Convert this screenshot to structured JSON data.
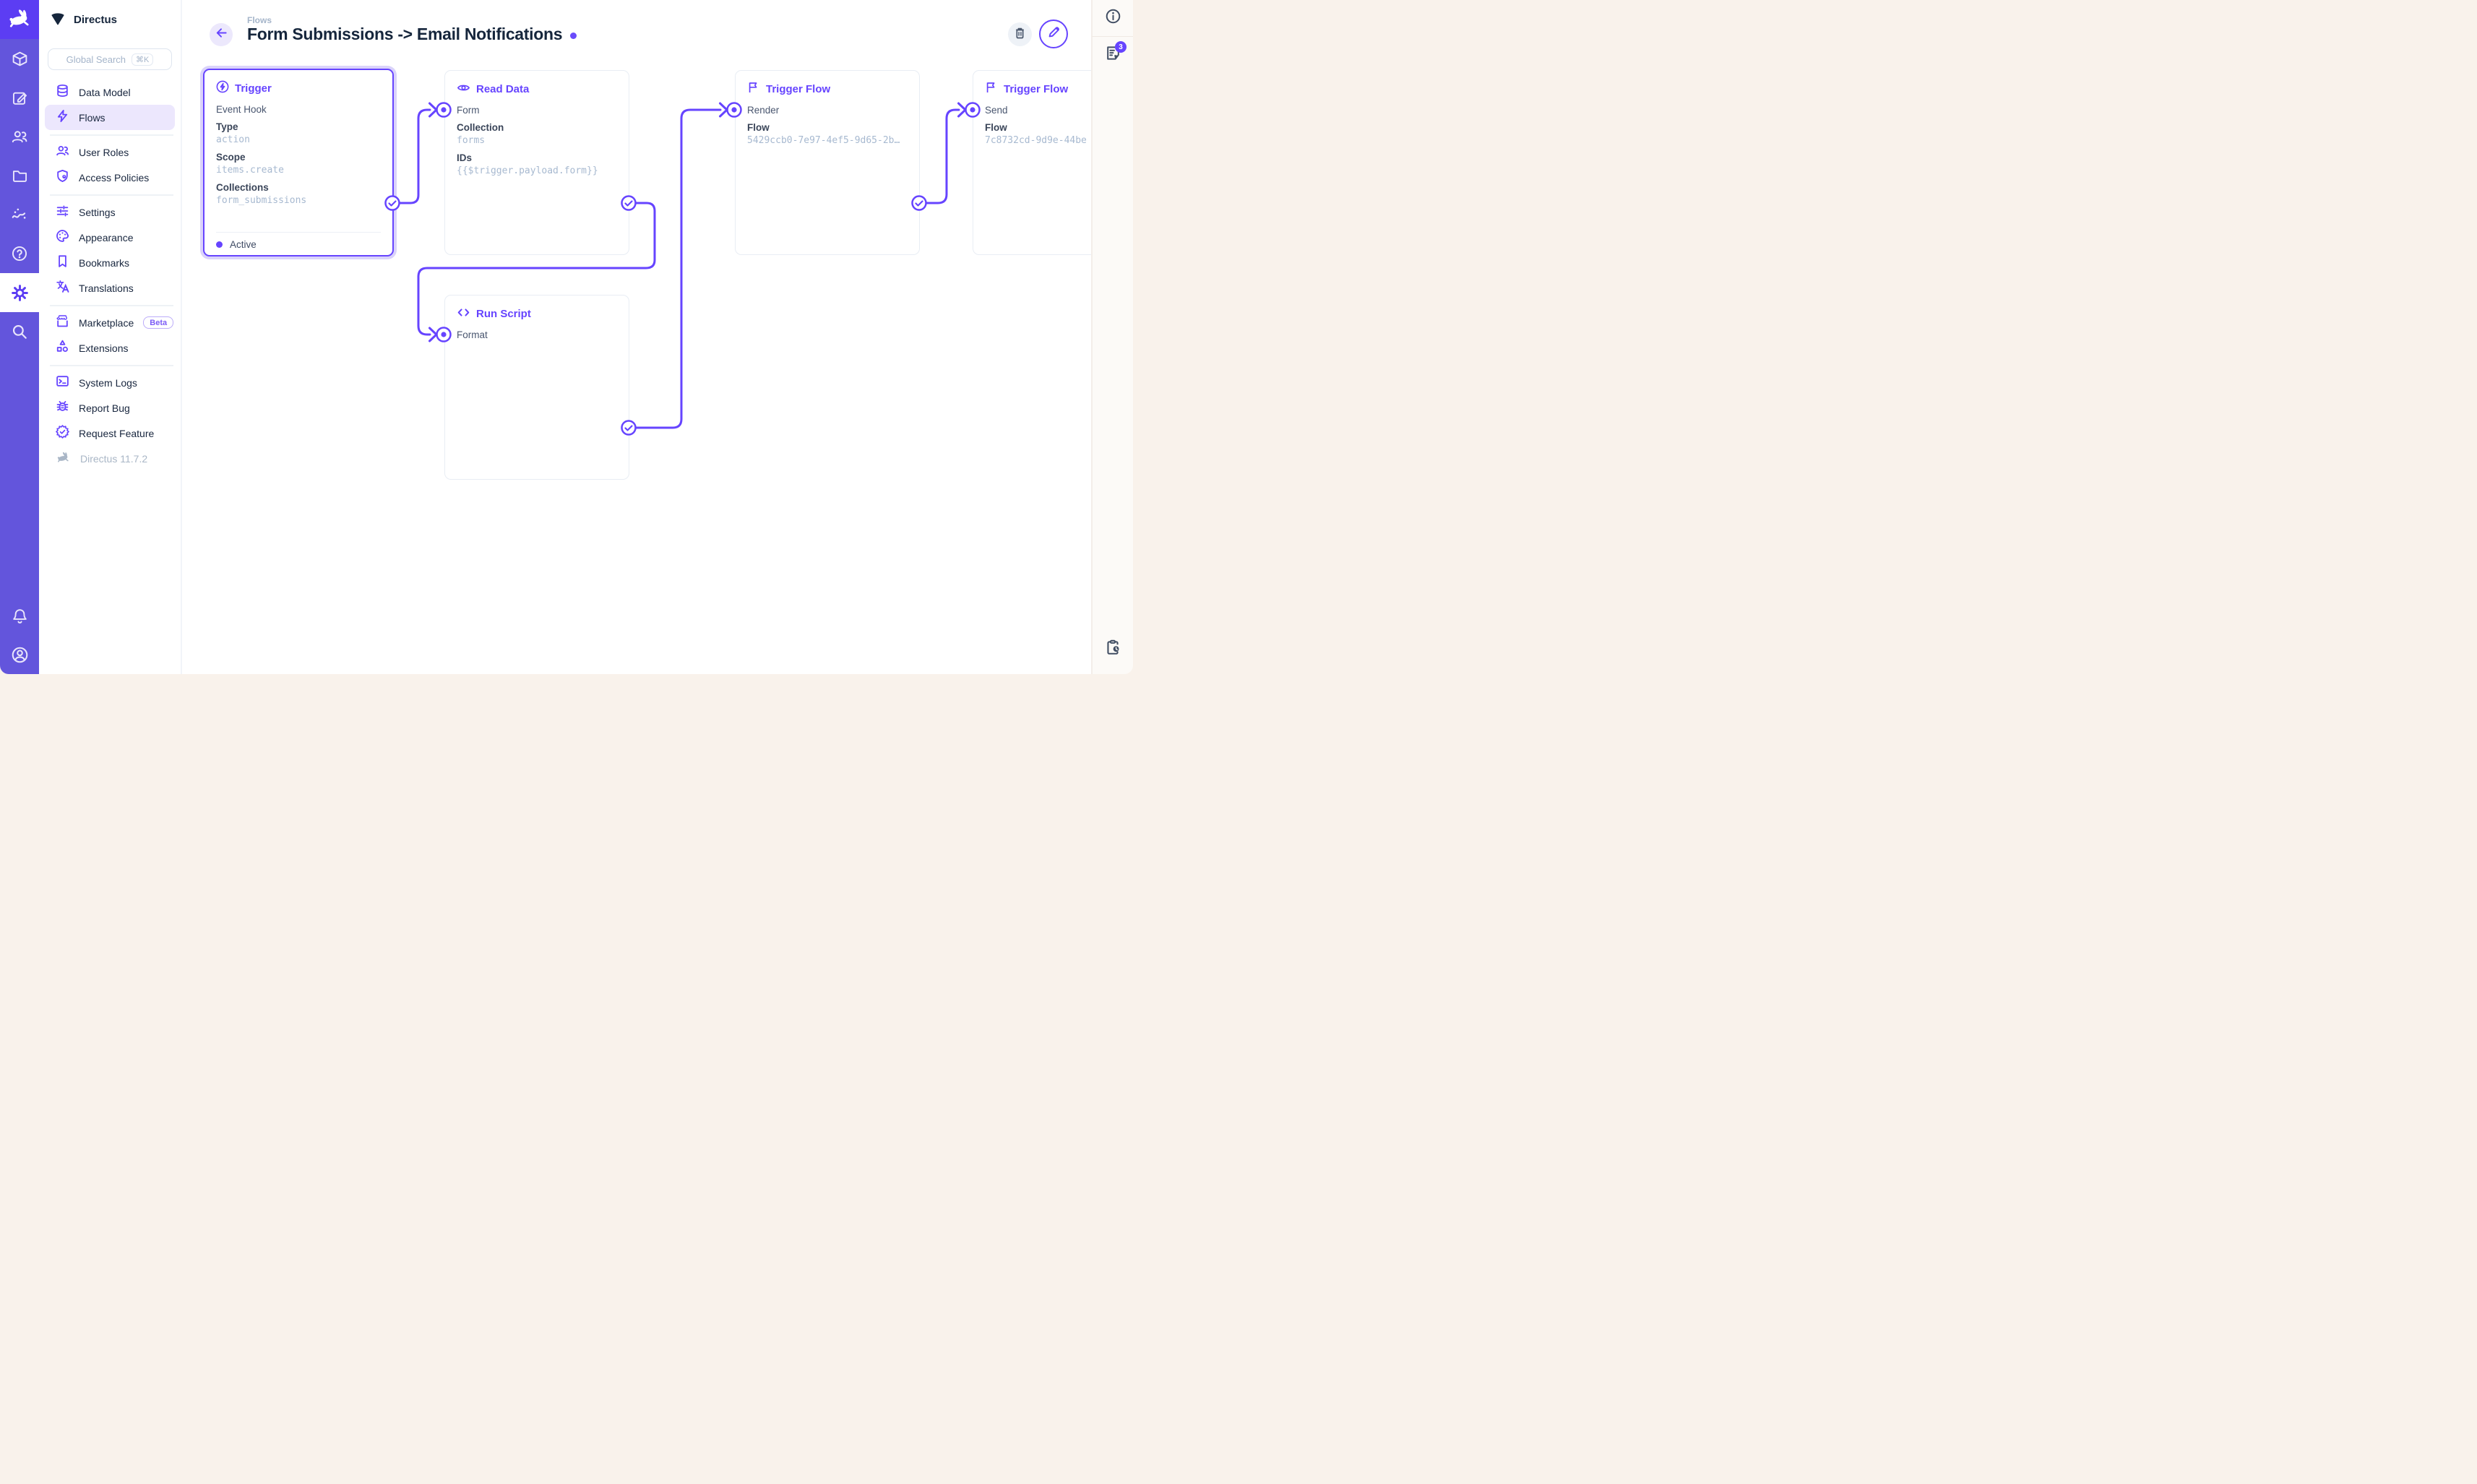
{
  "brand": {
    "project_name": "Directus",
    "version_label": "Directus 11.7.2"
  },
  "module_rail": {
    "icons": [
      "rabbit-logo-icon",
      "box-icon",
      "edit-square-icon",
      "people-icon",
      "folder-icon",
      "insights-icon",
      "help-icon",
      "settings-gear-icon",
      "search-icon",
      "bell-icon",
      "avatar-icon"
    ],
    "active_module": "settings"
  },
  "search": {
    "placeholder": "Global Search",
    "shortcut": "⌘K"
  },
  "sidebar": {
    "items": [
      {
        "label": "Data Model",
        "icon": "database-icon"
      },
      {
        "label": "Flows",
        "icon": "bolt-icon",
        "active": true
      },
      {
        "label": "User Roles",
        "icon": "user-roles-icon"
      },
      {
        "label": "Access Policies",
        "icon": "shield-icon"
      },
      {
        "label": "Settings",
        "icon": "tune-icon"
      },
      {
        "label": "Appearance",
        "icon": "palette-icon"
      },
      {
        "label": "Bookmarks",
        "icon": "bookmark-icon"
      },
      {
        "label": "Translations",
        "icon": "translate-icon"
      },
      {
        "label": "Marketplace",
        "icon": "storefront-icon",
        "badge": "Beta"
      },
      {
        "label": "Extensions",
        "icon": "shapes-icon"
      },
      {
        "label": "System Logs",
        "icon": "terminal-icon"
      },
      {
        "label": "Report Bug",
        "icon": "bug-icon"
      },
      {
        "label": "Request Feature",
        "icon": "seal-check-icon"
      }
    ]
  },
  "header": {
    "breadcrumb": "Flows",
    "title": "Form Submissions -> Email Notifications",
    "status_dot_color": "#6A4BFB",
    "actions": [
      "trash-icon",
      "pencil-icon"
    ]
  },
  "panels": {
    "trigger": {
      "title": "Trigger",
      "icon": "bolt-circle-icon",
      "type": "Event Hook",
      "fields": [
        {
          "label": "Type",
          "value": "action"
        },
        {
          "label": "Scope",
          "value": "items.create"
        },
        {
          "label": "Collections",
          "value": "form_submissions"
        }
      ],
      "status": "Active",
      "selected": true
    },
    "read_data": {
      "title": "Read Data",
      "icon": "eye-icon",
      "input": "Form",
      "fields": [
        {
          "label": "Collection",
          "value": "forms"
        },
        {
          "label": "IDs",
          "value": "{{$trigger.payload.form}}"
        }
      ]
    },
    "run_script": {
      "title": "Run Script",
      "icon": "code-icon",
      "input": "Format"
    },
    "trigger_flow_render": {
      "title": "Trigger Flow",
      "icon": "flag-icon",
      "input": "Render",
      "fields": [
        {
          "label": "Flow",
          "value": "5429ccb0-7e97-4ef5-9d65-2b…"
        }
      ]
    },
    "trigger_flow_send": {
      "title": "Trigger Flow",
      "icon": "flag-icon",
      "input": "Send",
      "fields": [
        {
          "label": "Flow",
          "value": "7c8732cd-9d9e-44be"
        }
      ]
    }
  },
  "right_rail": {
    "icons": [
      "info-icon",
      "notices-icon",
      "clipboard-clock-icon"
    ],
    "notices_badge": "3"
  },
  "colors": {
    "accent": "#6644FF",
    "rail_bg": "#6355DC",
    "logo_tile_bg": "#5C3DF3",
    "nav_active_bg": "#ECE7FD",
    "title_text": "#16263C",
    "mono_value": "#A7B9D0",
    "panel_border": "#E8EDF4",
    "warm_bg": "#F9F2EB"
  }
}
